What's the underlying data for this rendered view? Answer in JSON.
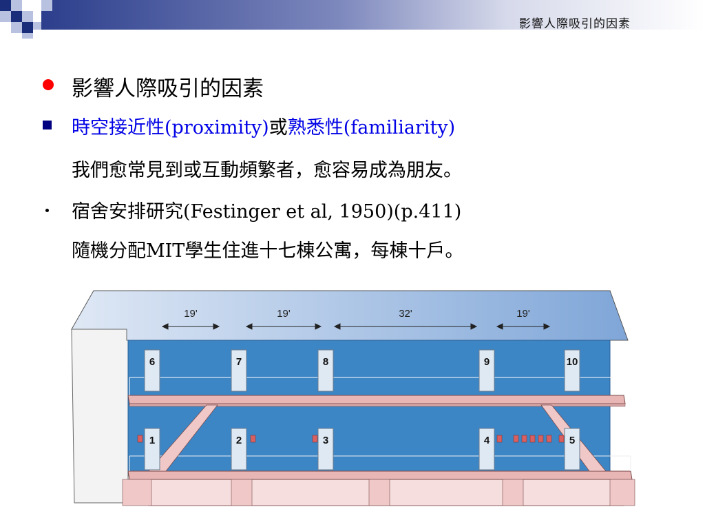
{
  "header": {
    "title": "影響人際吸引的因素"
  },
  "content": {
    "heading": "影響人際吸引的因素",
    "point1": {
      "part_a": "時空接近性",
      "part_b": "(proximity)",
      "part_c": "或",
      "part_d": "熟悉性",
      "part_e": "(familiarity)"
    },
    "point1_desc": "我們愈常見到或互動頻繁者，愈容易成為朋友。",
    "point2": "宿舍安排研究(Festinger et al, 1950)(p.411)",
    "point2_desc": "隨機分配MIT學生住進十七棟公寓，每棟十戶。"
  },
  "figure": {
    "distances": [
      "19'",
      "19'",
      "32'",
      "19'"
    ],
    "upper_doors": [
      "6",
      "7",
      "8",
      "9",
      "10"
    ],
    "lower_doors": [
      "1",
      "2",
      "3",
      "4",
      "5"
    ],
    "colors": {
      "wall": "#3d86c6",
      "roof": "#8fb3de",
      "floor": "#e9b6b6",
      "door": "#dfe9f3",
      "mailbox": "#d96060"
    }
  }
}
